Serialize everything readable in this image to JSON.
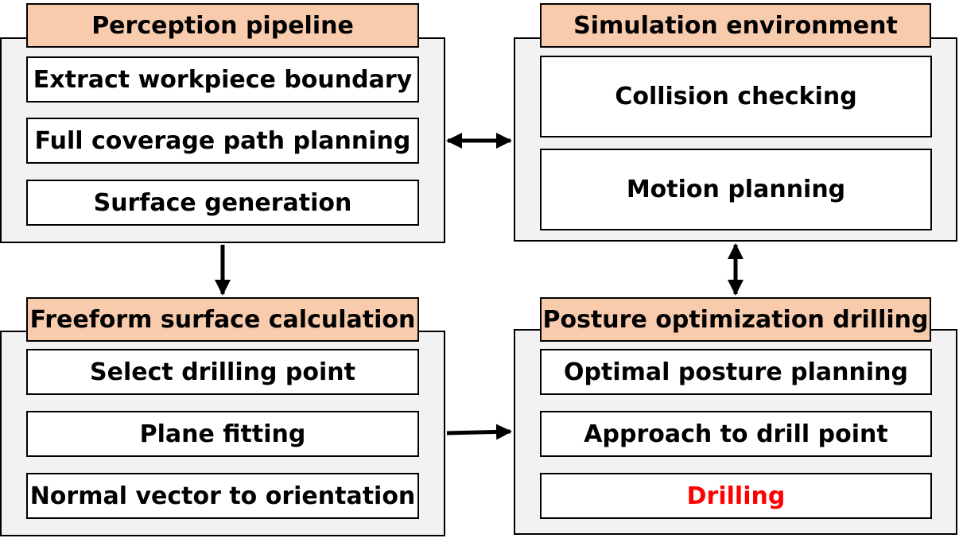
{
  "perception": {
    "title": "Perception pipeline",
    "items": [
      "Extract workpiece boundary",
      "Full coverage path planning",
      "Surface generation"
    ]
  },
  "simulation": {
    "title": "Simulation environment",
    "items": [
      "Collision checking",
      "Motion planning"
    ]
  },
  "freeform": {
    "title": "Freeform surface calculation",
    "items": [
      "Select drilling point",
      "Plane fitting",
      "Normal vector to orientation"
    ]
  },
  "posture": {
    "title": "Posture optimization drilling",
    "items": [
      "Optimal posture planning",
      "Approach to drill point",
      "Drilling"
    ]
  },
  "colors": {
    "header_fill": "#f8cbad",
    "panel_fill": "#f2f2f2",
    "highlight_text": "#ff0000"
  }
}
